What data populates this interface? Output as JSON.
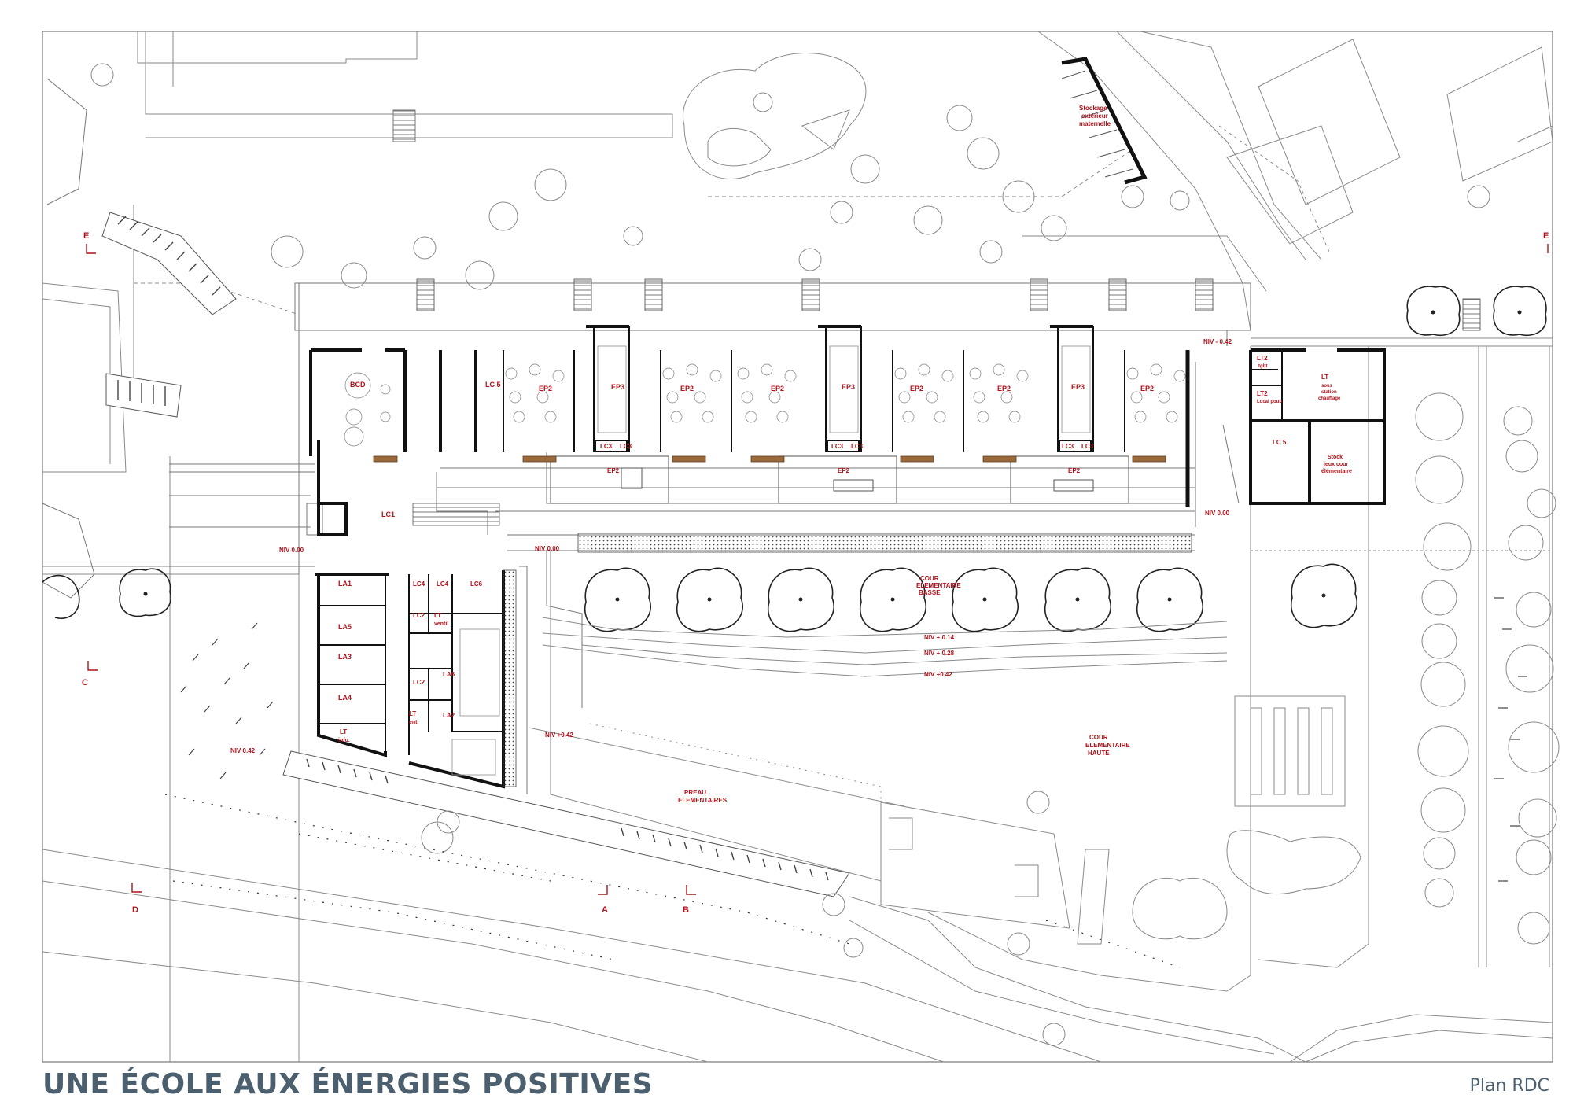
{
  "title": "UNE ÉCOLE AUX ÉNERGIES POSITIVES",
  "subtitle": "Plan RDC",
  "colors": {
    "walls": "#111111",
    "thin": "#8a8a8a",
    "label": "#b0121b",
    "title": "#4b5f6e",
    "wood": "#9b6a3c"
  },
  "rooms": {
    "bcd": "BCD",
    "lc5": "LC 5",
    "ep2_1": "EP2",
    "ep3_1": "EP3",
    "ep2_2": "EP2",
    "ep2_3": "EP2",
    "ep3_2": "EP3",
    "ep2_4": "EP2",
    "ep2_5": "EP2",
    "ep3_3": "EP3",
    "ep2_6": "EP2",
    "lc3_1": "LC3",
    "lc3_2": "LC3",
    "lc3_3": "LC3",
    "lc3_4": "LC3",
    "lc3_5": "LC3",
    "lc3_6": "LC3",
    "ep2_lower_1": "EP2",
    "ep2_lower_2": "EP2",
    "ep2_lower_3": "EP2",
    "lc1": "LC1",
    "la1": "LA1",
    "la5": "LA5",
    "la3": "LA3",
    "la4": "LA4",
    "lt_info": "LT",
    "lt_info_sub": "info.",
    "lc4_1": "LC4",
    "lc4_2": "LC4",
    "lc6": "LC6",
    "lc2_1": "LC2",
    "lt_ventil": "LT",
    "lt_ventil_sub": "ventil",
    "lc2_2": "LC2",
    "la6": "LA6",
    "lt_ent": "LT",
    "lt_ent_sub": "ent.",
    "la2": "LA2",
    "lt2_tgbt": "LT2",
    "lt2_tgbt_sub": "tgbt",
    "lt2_poub": "LT2",
    "lt2_poub_sub": "Local poub",
    "lt_chauf": "LT",
    "lt_chauf_sub1": "sous",
    "lt_chauf_sub2": "station",
    "lt_chauf_sub3": "chauffage",
    "lc5_b": "LC 5",
    "stock_l1": "Stock",
    "stock_l2": "jeux cour",
    "stock_l3": "élémentaire",
    "stockage_l1": "Stockage",
    "stockage_l2": "extérieur",
    "stockage_l3": "maternelle"
  },
  "levels": {
    "niv_m042": "NIV - 0.42",
    "niv_000_a": "NIV 0.00",
    "niv_000_b": "NIV 0.00",
    "niv_000_c": "NIV 0.00",
    "niv_014": "NIV + 0.14",
    "niv_028": "NIV + 0.28",
    "niv_042_a": "NIV +0.42",
    "niv_042_b": "NIV +0.42",
    "niv_042_c": "NIV 0.42"
  },
  "courts": {
    "basse_l1": "COUR",
    "basse_l2": "ELEMENTAIRE",
    "basse_l3": "BASSE",
    "haute_l1": "COUR",
    "haute_l2": "ELEMENTAIRE",
    "haute_l3": "HAUTE",
    "preau_l1": "PREAU",
    "preau_l2": "ELEMENTAIRES"
  },
  "sections": {
    "a": "A",
    "b": "B",
    "c": "C",
    "d": "D",
    "e": "E",
    "e2": "E"
  }
}
